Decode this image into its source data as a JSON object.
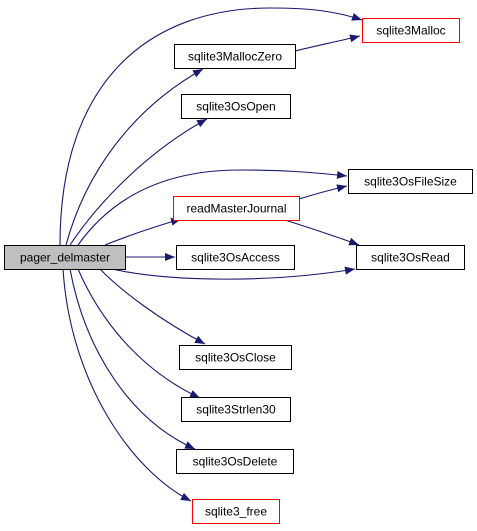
{
  "diagram": {
    "root": "pager_delmaster",
    "colors": {
      "edge": "#191970",
      "root_fill": "#bfbfbf",
      "node_fill": "#ffffff",
      "node_border": "#000000",
      "undocumented_border": "#ff0000"
    },
    "nodes": [
      {
        "id": "pager_delmaster",
        "label": "pager_delmaster",
        "style": "root"
      },
      {
        "id": "sqlite3Malloc",
        "label": "sqlite3Malloc",
        "style": "red"
      },
      {
        "id": "sqlite3MallocZero",
        "label": "sqlite3MallocZero",
        "style": "normal"
      },
      {
        "id": "sqlite3OsOpen",
        "label": "sqlite3OsOpen",
        "style": "normal"
      },
      {
        "id": "sqlite3OsFileSize",
        "label": "sqlite3OsFileSize",
        "style": "normal"
      },
      {
        "id": "readMasterJournal",
        "label": "readMasterJournal",
        "style": "red"
      },
      {
        "id": "sqlite3OsAccess",
        "label": "sqlite3OsAccess",
        "style": "normal"
      },
      {
        "id": "sqlite3OsRead",
        "label": "sqlite3OsRead",
        "style": "normal"
      },
      {
        "id": "sqlite3OsClose",
        "label": "sqlite3OsClose",
        "style": "normal"
      },
      {
        "id": "sqlite3Strlen30",
        "label": "sqlite3Strlen30",
        "style": "normal"
      },
      {
        "id": "sqlite3OsDelete",
        "label": "sqlite3OsDelete",
        "style": "normal"
      },
      {
        "id": "sqlite3_free",
        "label": "sqlite3_free",
        "style": "red"
      }
    ],
    "edges": [
      {
        "from": "pager_delmaster",
        "to": "sqlite3Malloc"
      },
      {
        "from": "pager_delmaster",
        "to": "sqlite3MallocZero"
      },
      {
        "from": "sqlite3MallocZero",
        "to": "sqlite3Malloc"
      },
      {
        "from": "pager_delmaster",
        "to": "sqlite3OsOpen"
      },
      {
        "from": "pager_delmaster",
        "to": "sqlite3OsFileSize"
      },
      {
        "from": "pager_delmaster",
        "to": "readMasterJournal"
      },
      {
        "from": "readMasterJournal",
        "to": "sqlite3OsFileSize"
      },
      {
        "from": "readMasterJournal",
        "to": "sqlite3OsRead"
      },
      {
        "from": "pager_delmaster",
        "to": "sqlite3OsAccess"
      },
      {
        "from": "pager_delmaster",
        "to": "sqlite3OsRead"
      },
      {
        "from": "pager_delmaster",
        "to": "sqlite3OsClose"
      },
      {
        "from": "pager_delmaster",
        "to": "sqlite3Strlen30"
      },
      {
        "from": "pager_delmaster",
        "to": "sqlite3OsDelete"
      },
      {
        "from": "pager_delmaster",
        "to": "sqlite3_free"
      }
    ]
  }
}
